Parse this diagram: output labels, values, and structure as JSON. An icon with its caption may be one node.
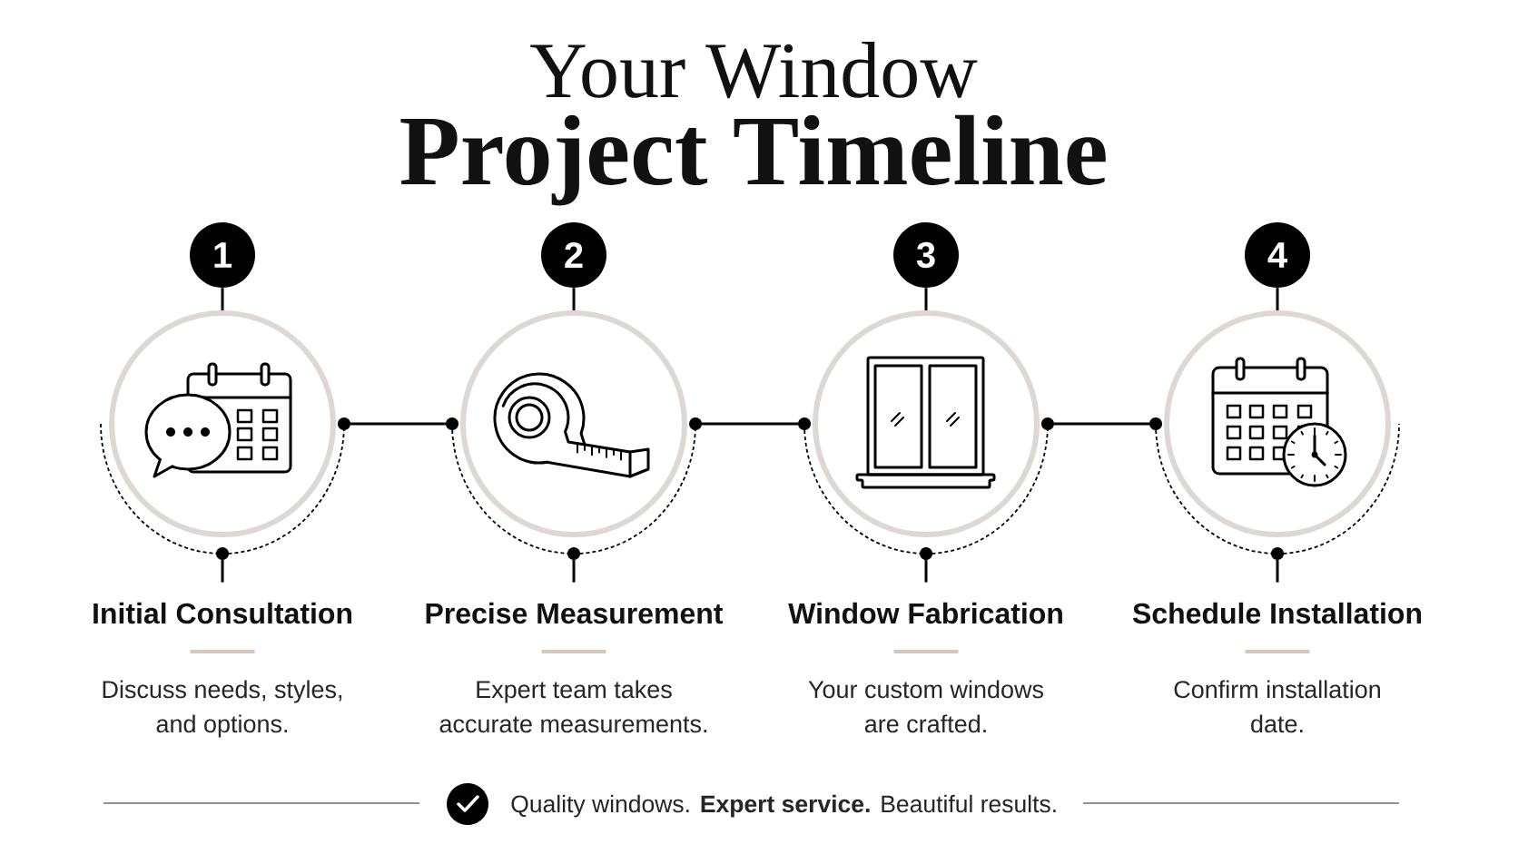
{
  "diagram": {
    "title": "Your Window **Project Timeline**",
    "nodes": [
      {
        "text": [
          "1"
        ]
      },
      {
        "text": [],
        "shape": "circle"
      },
      {
        "text": [
          "Initial Consultation",
          "Discuss needs, styles, and options."
        ]
      },
      {
        "text": [
          "2"
        ]
      },
      {
        "text": [],
        "shape": "circle"
      },
      {
        "text": [
          "Precise Measurement",
          "Expert team takes accurate measurements."
        ]
      },
      {
        "text": [
          "3"
        ]
      },
      {
        "text": [],
        "shape": "circle"
      },
      {
        "text": [
          "Window Fabrication",
          "Your custom windows are crafted."
        ]
      },
      {
        "text": [
          "4"
        ]
      },
      {
        "text": [],
        "shape": "circle"
      },
      {
        "text": [
          "Schedule Installation",
          "Confirm installation date."
        ]
      }
    ],
    "edges": [
      {
        "from": 0,
        "to": 1,
        "arrow": "none"
      },
      {
        "from": 1,
        "to": 2,
        "arrow": "other"
      },
      {
        "from": 3,
        "to": 4,
        "arrow": "none"
      },
      {
        "from": 4,
        "to": 5,
        "arrow": "other"
      },
      {
        "from": 6,
        "to": 7,
        "arrow": "none"
      },
      {
        "from": 7,
        "to": 8,
        "arrow": "other"
      },
      {
        "from": 9,
        "to": 10,
        "arrow": "none"
      },
      {
        "from": 10,
        "to": 11,
        "arrow": "other"
      },
      {
        "from": 1,
        "to": 4,
        "arrow": "other"
      },
      {
        "from": 4,
        "to": 7,
        "arrow": "other"
      },
      {
        "from": 7,
        "to": 10,
        "arrow": "other"
      }
    ],
    "labels": [
      "Quality windows. **Expert service.** Beautiful results."
    ]
  }
}
